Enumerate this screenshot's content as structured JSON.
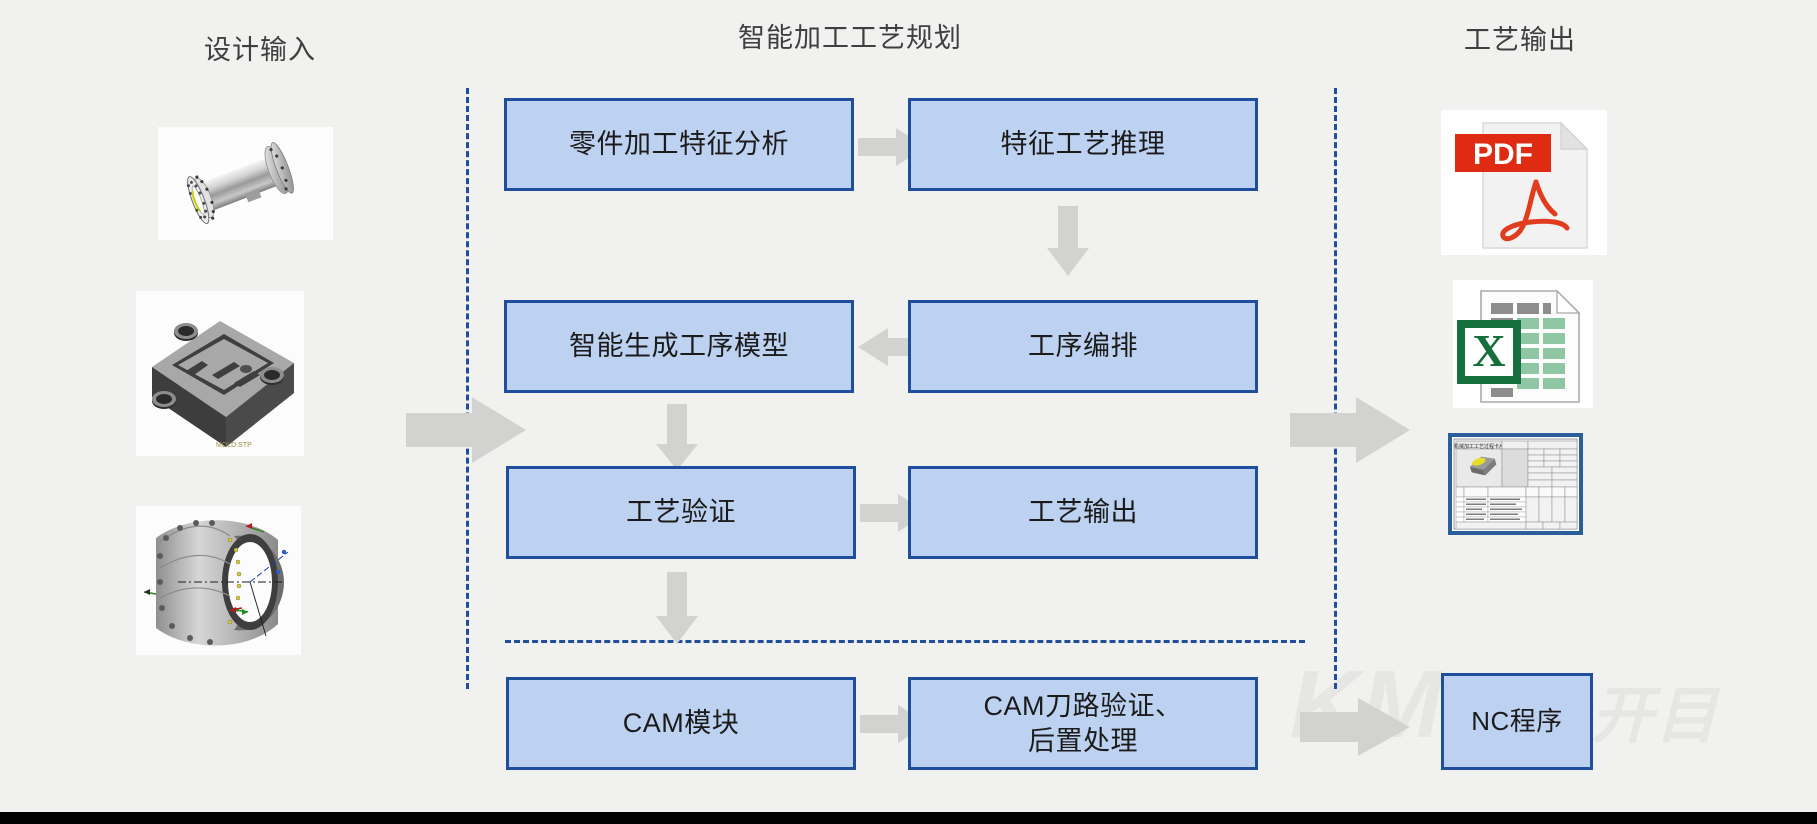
{
  "headers": {
    "input": "设计输入",
    "center": "智能加工工艺规划",
    "output": "工艺输出"
  },
  "colors": {
    "box_fill": "#bdd2f0",
    "box_border": "#1f4e9c",
    "arrow_gray": "#d2d2d0",
    "dashed_blue": "#1f4e9c",
    "background": "#f1f1f0",
    "pdf_red": "#e02b13",
    "excel_green": "#1a7a45"
  },
  "watermark": {
    "main": "KM",
    "small": "Soft 开目"
  },
  "input_items": [
    {
      "name": "shaft-housing-model",
      "caption": ""
    },
    {
      "name": "mold-plate-model",
      "caption": ""
    },
    {
      "name": "engine-casing-model",
      "caption": ""
    }
  ],
  "process": {
    "boxes": [
      {
        "id": "feature-analysis",
        "label": "零件加工特征分析"
      },
      {
        "id": "feature-reasoning",
        "label": "特征工艺推理"
      },
      {
        "id": "operation-model",
        "label": "智能生成工序模型"
      },
      {
        "id": "operation-sequence",
        "label": "工序编排"
      },
      {
        "id": "process-validation",
        "label": "工艺验证"
      },
      {
        "id": "process-output",
        "label": "工艺输出"
      },
      {
        "id": "cam-module",
        "label": "CAM模块"
      },
      {
        "id": "cam-verify",
        "label": "CAM刀路验证、\n后置处理"
      }
    ],
    "arrows": [
      {
        "id": "arrow-analysis-to-reasoning",
        "direction": "right"
      },
      {
        "id": "arrow-reasoning-to-sequence",
        "direction": "down"
      },
      {
        "id": "arrow-sequence-to-model",
        "direction": "left"
      },
      {
        "id": "arrow-model-to-validation",
        "direction": "down"
      },
      {
        "id": "arrow-validation-to-output",
        "direction": "right"
      },
      {
        "id": "arrow-validation-to-cam",
        "direction": "down"
      },
      {
        "id": "arrow-cam-to-verify",
        "direction": "right"
      },
      {
        "id": "arrow-input-to-process",
        "direction": "right"
      },
      {
        "id": "arrow-process-to-output",
        "direction": "right"
      },
      {
        "id": "arrow-verify-to-nc",
        "direction": "right"
      }
    ]
  },
  "output_items": [
    {
      "id": "pdf-document",
      "label": "PDF"
    },
    {
      "id": "excel-document",
      "label": "X"
    },
    {
      "id": "process-sheet",
      "label": ""
    },
    {
      "id": "nc-program",
      "label": "NC程序"
    }
  ]
}
